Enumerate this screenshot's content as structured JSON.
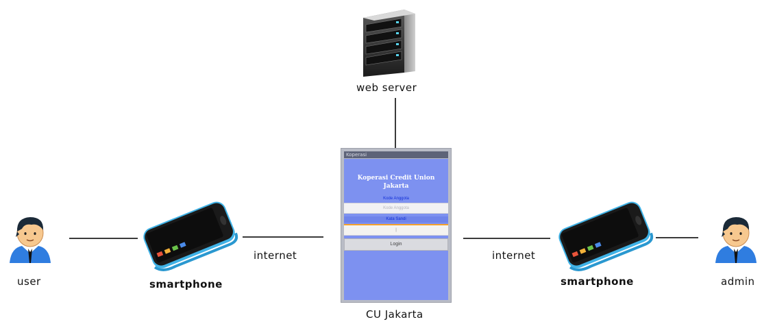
{
  "nodes": {
    "web_server": "web server",
    "user": "user",
    "admin": "admin",
    "smartphone_left": "smartphone",
    "smartphone_right": "smartphone",
    "cu_jakarta": "CU Jakarta"
  },
  "edges": {
    "internet_left": "internet",
    "internet_right": "internet"
  },
  "app": {
    "titlebar": "Koperasi",
    "heading": "Koperasi Credit Union Jakarta",
    "member_id_label": "Kode Anggota",
    "member_id_placeholder": "Kode Anggota",
    "password_label": "Kata Sandi",
    "password_value": "|",
    "login_button": "Login"
  },
  "colors": {
    "app_background": "#7d91f0",
    "person_shirt": "#2f7de0",
    "phone_body": "#4fb8e8"
  }
}
